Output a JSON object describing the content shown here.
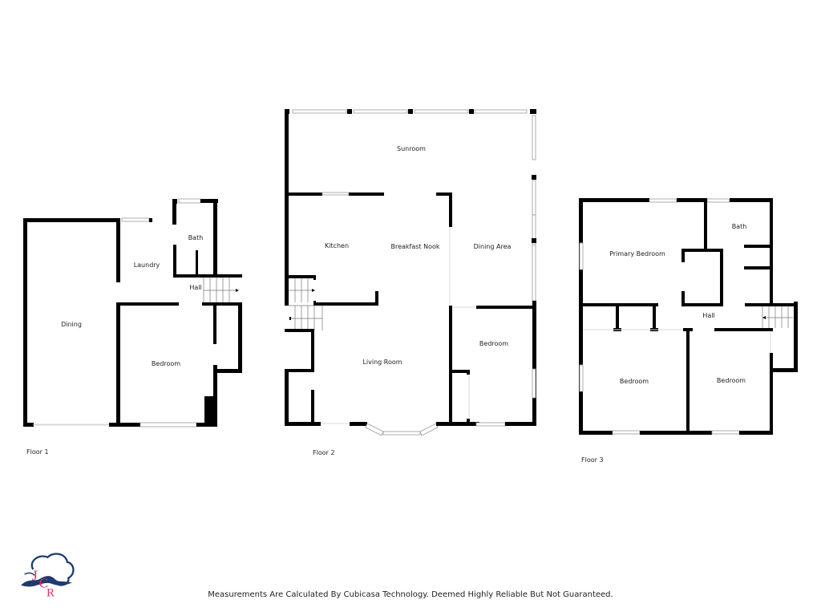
{
  "floors": [
    {
      "label": "Floor 1",
      "rooms": [
        "Dining",
        "Laundry",
        "Bath",
        "Hall",
        "Bedroom"
      ]
    },
    {
      "label": "Floor 2",
      "rooms": [
        "Sunroom",
        "Kitchen",
        "Breakfast Nook",
        "Dining Area",
        "Living Room",
        "Bedroom"
      ]
    },
    {
      "label": "Floor 3",
      "rooms": [
        "Primary Bedroom",
        "Bath",
        "Hall",
        "Bedroom",
        "Bedroom"
      ]
    }
  ],
  "footer": {
    "disclaimer": "Measurements Are Calculated By Cubicasa Technology. Deemed Highly Reliable But Not Guaranteed."
  },
  "logo": {
    "letters": "JCR",
    "colors": {
      "cloud": "#1f3a6e",
      "wave": "#1f3a6e",
      "letters": "#d6336c"
    }
  },
  "colors": {
    "wall": "#000000",
    "window": "#9a9a9a",
    "background": "#ffffff"
  }
}
